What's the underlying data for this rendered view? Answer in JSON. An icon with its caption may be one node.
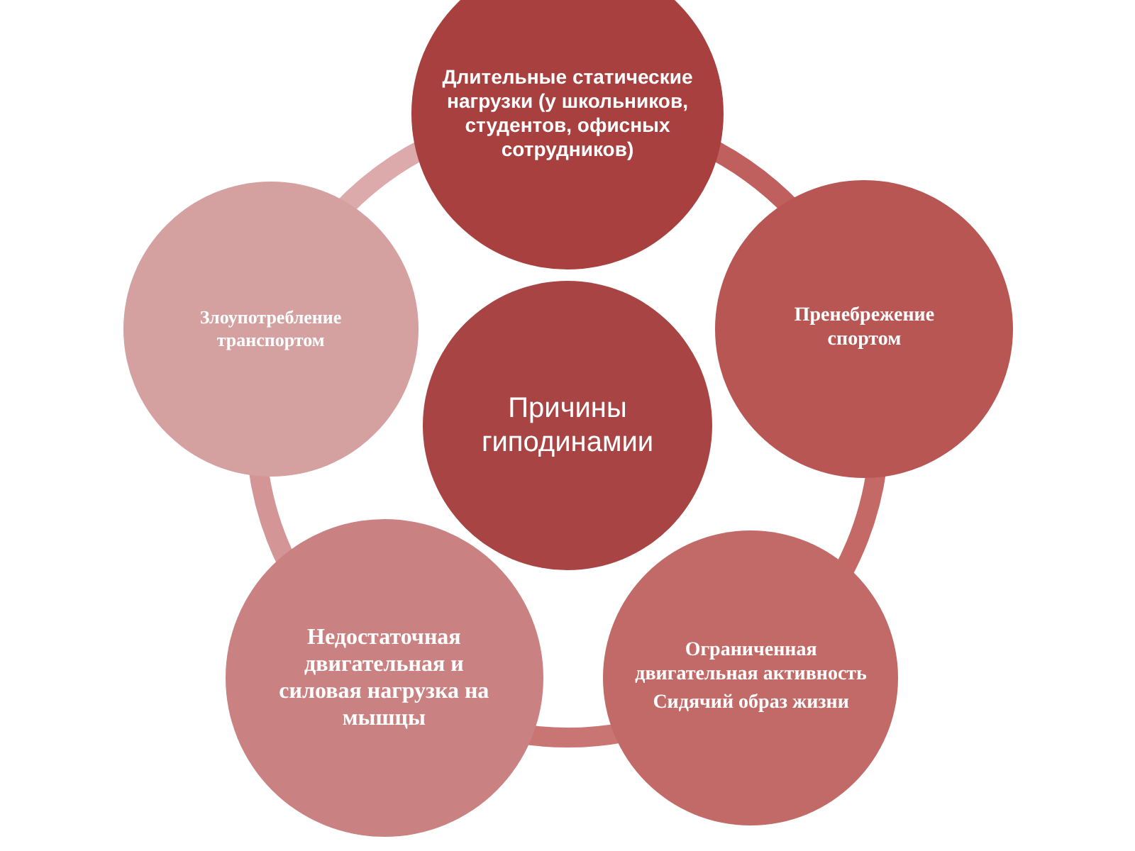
{
  "diagram": {
    "nodes": [
      {
        "text": [
          "Причины гиподинамии"
        ]
      },
      {
        "text": [
          "Длительные статические нагрузки (у школьников, студентов, офисных сотрудников)"
        ]
      },
      {
        "text": [
          "Пренебрежение спортом"
        ]
      },
      {
        "text": [
          "Ограниченная двигательная активность",
          "Сидячий образ жизни"
        ]
      },
      {
        "text": [
          "Недостаточная двигательная и силовая нагрузка на мышцы"
        ]
      },
      {
        "text": [
          "Злоупотребление транспортом"
        ]
      }
    ],
    "edges": [
      {
        "from": 1,
        "to": 2,
        "arrow": "none",
        "color": "#c0605e"
      },
      {
        "from": 2,
        "to": 3,
        "arrow": "none",
        "color": "#c56966"
      },
      {
        "from": 3,
        "to": 4,
        "arrow": "none",
        "color": "#c87574"
      },
      {
        "from": 4,
        "to": 5,
        "arrow": "none",
        "color": "#d39595"
      },
      {
        "from": 5,
        "to": 1,
        "arrow": "none",
        "color": "#dcaaaa"
      }
    ]
  }
}
